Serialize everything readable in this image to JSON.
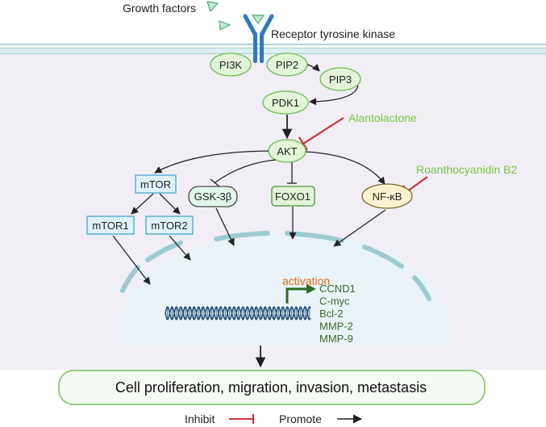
{
  "labels": {
    "growth_factors": "Growth factors",
    "receptor": "Receptor tyrosine kinase",
    "activation": "activation",
    "inhibit": "Inhibit",
    "promote": "Promote"
  },
  "nodes": {
    "pi3k": "PI3K",
    "pip2": "PIP2",
    "pip3": "PIP3",
    "pdk1": "PDK1",
    "akt": "AKT",
    "mtor": "mTOR",
    "mtor1": "mTOR1",
    "mtor2": "mTOR2",
    "gsk3b": "GSK-3β",
    "foxo1": "FOXO1",
    "nfkb": "NF-κB"
  },
  "inhibitors": {
    "alantolactone": "Alantolactone",
    "roanthocyanidin": "Roanthocyanidin B2"
  },
  "genes": [
    "CCND1",
    "C-myc",
    "Bcl-2",
    "MMP-2",
    "MMP-9"
  ],
  "outcome": "Cell proliferation, migration,  invasion,  metastasis",
  "colors": {
    "cytoplasm": "#f1eef6",
    "nucleus": "#eaf3f7",
    "membrane": "#a9cfd6",
    "green_node": "#e4f4d8",
    "green_stroke": "#6fbd52",
    "blue_node": "#dff1f9",
    "blue_stroke": "#4aa7cc",
    "yellow_node": "#fbf3cf",
    "yellow_stroke": "#7d6d2a",
    "inhibitor_text": "#7cc444",
    "inhibit_line": "#c8333a",
    "activation_text": "#e2691a",
    "gene_text": "#3a6b2c",
    "dna": "#1f4a73"
  }
}
